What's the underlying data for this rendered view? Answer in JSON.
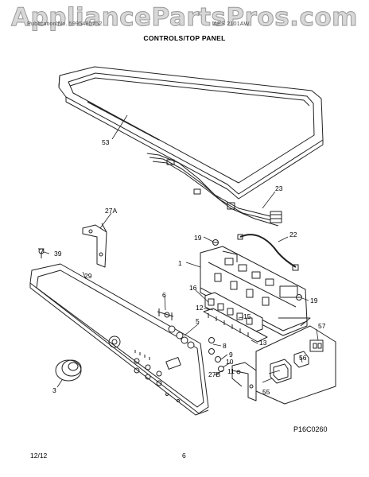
{
  "watermark": "AppliancePartsPros.com",
  "header": {
    "left": "Publication No. 5995480752",
    "right": "AES 2101AW",
    "section_title": "CONTROLS/TOP PANEL"
  },
  "callouts": [
    {
      "id": "53",
      "label": "53"
    },
    {
      "id": "23",
      "label": "23"
    },
    {
      "id": "27A",
      "label": "27A"
    },
    {
      "id": "19a",
      "label": "19"
    },
    {
      "id": "22",
      "label": "22"
    },
    {
      "id": "39",
      "label": "39"
    },
    {
      "id": "1",
      "label": "1"
    },
    {
      "id": "29",
      "label": "29"
    },
    {
      "id": "16",
      "label": "16"
    },
    {
      "id": "6",
      "label": "6"
    },
    {
      "id": "12",
      "label": "12"
    },
    {
      "id": "19b",
      "label": "19"
    },
    {
      "id": "5",
      "label": "5"
    },
    {
      "id": "15",
      "label": "15"
    },
    {
      "id": "57",
      "label": "57"
    },
    {
      "id": "13",
      "label": "13"
    },
    {
      "id": "8",
      "label": "8"
    },
    {
      "id": "9",
      "label": "9"
    },
    {
      "id": "10",
      "label": "10"
    },
    {
      "id": "11",
      "label": "11"
    },
    {
      "id": "27B",
      "label": "27B"
    },
    {
      "id": "56",
      "label": "56"
    },
    {
      "id": "3",
      "label": "3"
    },
    {
      "id": "55",
      "label": "55"
    }
  ],
  "figure_code": "P16C0260",
  "footer": {
    "date": "12/12",
    "page": "6"
  }
}
